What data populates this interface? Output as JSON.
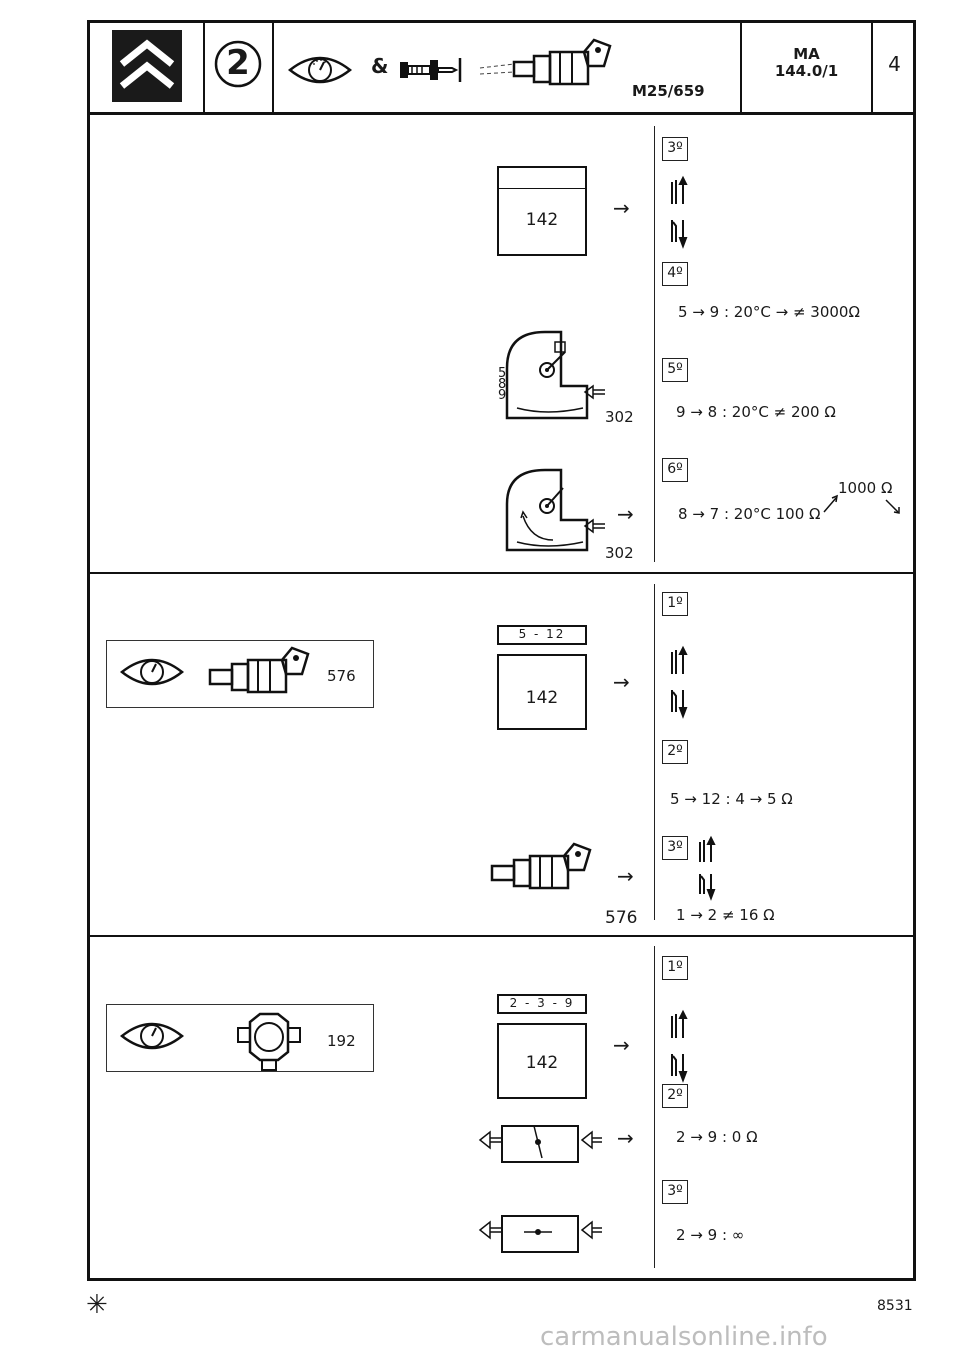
{
  "header": {
    "page_number": "2",
    "ampersand": "&",
    "ref_code": "M25/659",
    "doc_code_line1": "MA",
    "doc_code_line2": "144.0/1",
    "sheet_number": "4",
    "icons": [
      "citroen-logo-icon",
      "eye-gauge-icon",
      "injector-icon"
    ]
  },
  "section1": {
    "connector_label": "142",
    "part_label_a": "302",
    "part_label_b": "302",
    "sensor_pins": "5\n8\n9",
    "steps": [
      {
        "step": "3º"
      },
      {
        "step": "4º",
        "line": "5   → 9 :  20°C →  ≠  3000Ω"
      },
      {
        "step": "5º",
        "line": "9   → 8  :  20°C ≠ 200 Ω"
      },
      {
        "step": "6º",
        "line": "8   → 7 :  20°C 100 Ω",
        "annot": "1000 Ω"
      }
    ],
    "arrow": "→"
  },
  "section2": {
    "component_number": "576",
    "pins_label": "5 - 12",
    "connector_label": "142",
    "part_label": "576",
    "steps": [
      {
        "step": "1º"
      },
      {
        "step": "2º",
        "line": "5   → 12  :  4  →  5 Ω"
      },
      {
        "step": "3º",
        "line": "1   →      2 ≠ 16 Ω"
      }
    ]
  },
  "section3": {
    "component_number": "192",
    "pins_label": "2 - 3 - 9",
    "connector_label": "142",
    "steps": [
      {
        "step": "1º"
      },
      {
        "step": "2º",
        "line": "2     → 9  :  0 Ω"
      },
      {
        "step": "3º",
        "line": "2     → 9  :  ∞"
      }
    ]
  },
  "footer": {
    "asterisk": "✳",
    "page_code": "8531",
    "watermark": "carmanualsonline.info"
  }
}
